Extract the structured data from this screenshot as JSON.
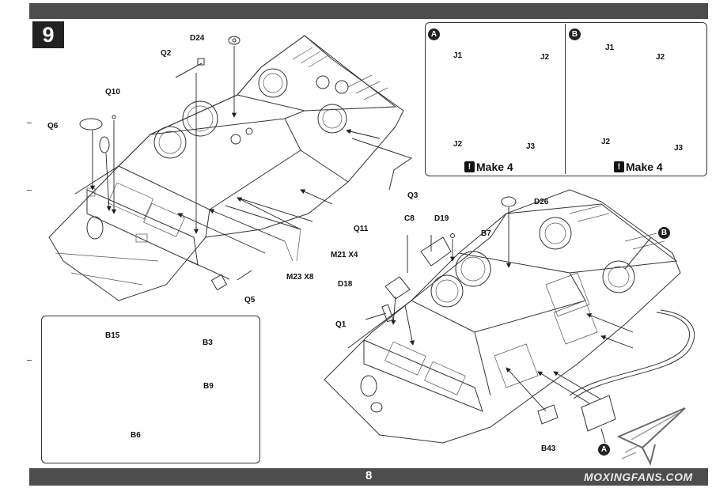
{
  "header": {
    "step_number": "9"
  },
  "footer": {
    "page_number": "8",
    "watermark": "MOXINGFANS.COM"
  },
  "main_labels": {
    "d24": "D24",
    "q2": "Q2",
    "q10": "Q10",
    "q6": "Q6",
    "q3": "Q3",
    "q11": "Q11",
    "m21": "M21 X4",
    "m23": "M23 X8",
    "q5": "Q5",
    "c8": "C8",
    "d19": "D19",
    "b7": "B7",
    "d26": "D26",
    "d18": "D18",
    "q1": "Q1",
    "b43": "B43"
  },
  "inset_a": {
    "badge": "A",
    "j1": "J1",
    "j2_top": "J2",
    "j2": "J2",
    "j3": "J3",
    "note": "Make 4"
  },
  "inset_b": {
    "badge": "B",
    "j1": "J1",
    "j2_top": "J2",
    "j2": "J2",
    "j3": "J3",
    "note": "Make 4"
  },
  "inset_c": {
    "b15": "B15",
    "b3": "B3",
    "b9": "B9",
    "b6": "B6"
  },
  "callouts": {
    "b_marker": "B",
    "a_marker": "A"
  },
  "icons": [
    "warning-icon",
    "plane-logo-icon"
  ],
  "colors": {
    "bar": "#4d4d4d",
    "ink": "#222222"
  }
}
